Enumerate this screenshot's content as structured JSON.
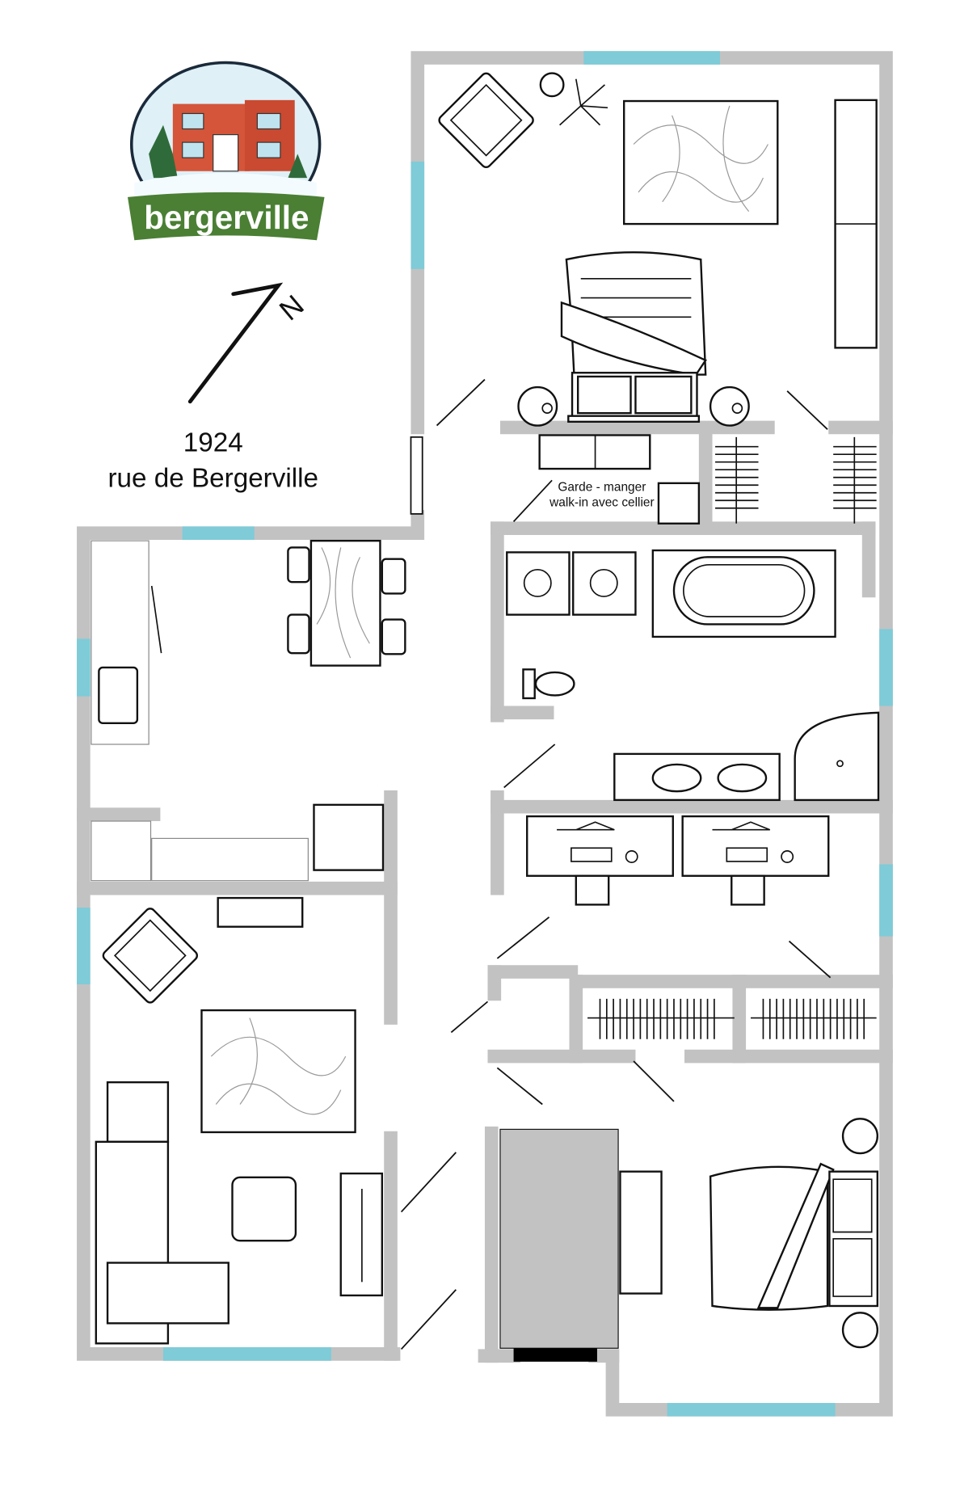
{
  "logo": {
    "text": "bergerville"
  },
  "compass": {
    "letter": "N"
  },
  "address": {
    "number": "1924",
    "street": "rue de Bergerville"
  },
  "rooms": {
    "pantry_line1": "Garde - manger",
    "pantry_line2": "walk-in avec cellier"
  },
  "colors": {
    "wall": "#c2c2c2",
    "window": "#7fcbd8",
    "logo_green": "#4a7f34",
    "brick": "#d4553a"
  }
}
